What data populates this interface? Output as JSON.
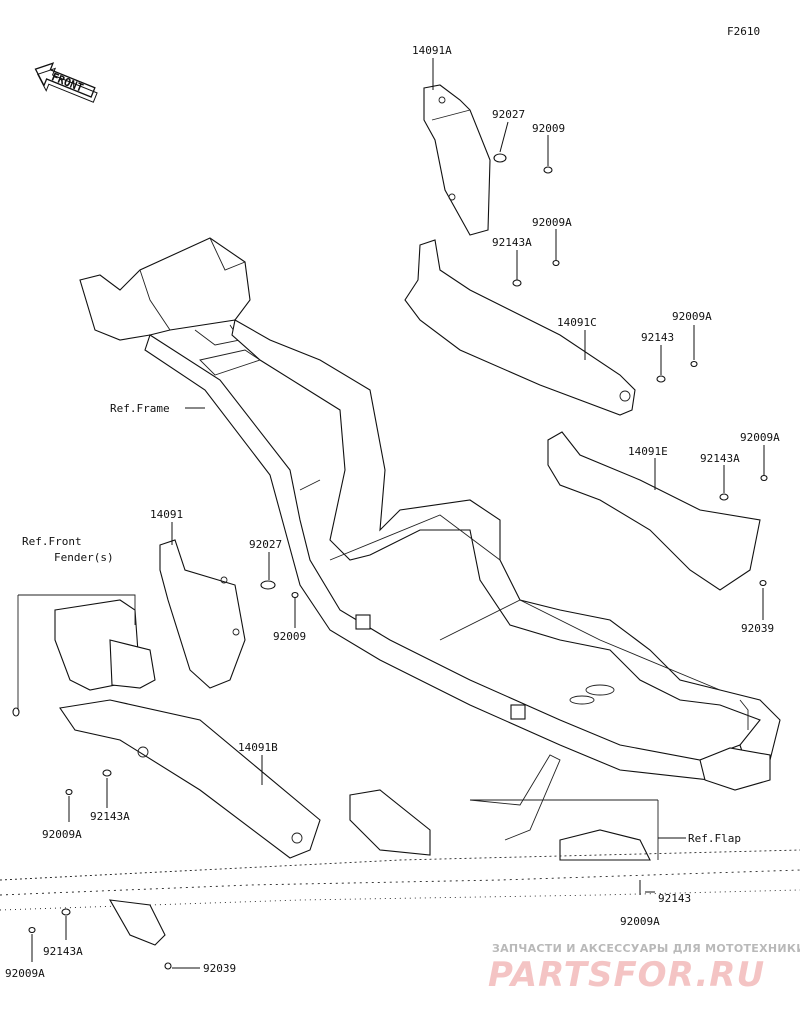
{
  "figure_code": "F2610",
  "front_arrow_label": "FRONT",
  "refs": {
    "frame": "Ref.Frame",
    "front_fender_line1": "Ref.Front",
    "front_fender_line2": "Fender(s)",
    "flap": "Ref.Flap"
  },
  "parts": {
    "p14091A": "14091A",
    "p92027_top": "92027",
    "p92009_top": "92009",
    "p92009A_r1": "92009A",
    "p92143A_r1": "92143A",
    "p14091C": "14091C",
    "p92143_r": "92143",
    "p92009A_r2": "92009A",
    "p92009A_r3": "92009A",
    "p14091E": "14091E",
    "p92143A_r3": "92143A",
    "p92039_r": "92039",
    "p14091": "14091",
    "p92027_mid": "92027",
    "p92009_mid": "92009",
    "p14091B": "14091B",
    "p92143A_l": "92143A",
    "p92009A_l": "92009A",
    "p92143A_bl": "92143A",
    "p92009A_bl": "92009A",
    "p92039_b": "92039",
    "p92143_b": "92143",
    "p92009A_b": "92009A"
  },
  "watermark": {
    "line1": "ЗАПЧАСТИ И АКСЕССУАРЫ ДЛЯ МОТОТЕХНИКИ",
    "line2": "PARTSFOR.RU"
  }
}
